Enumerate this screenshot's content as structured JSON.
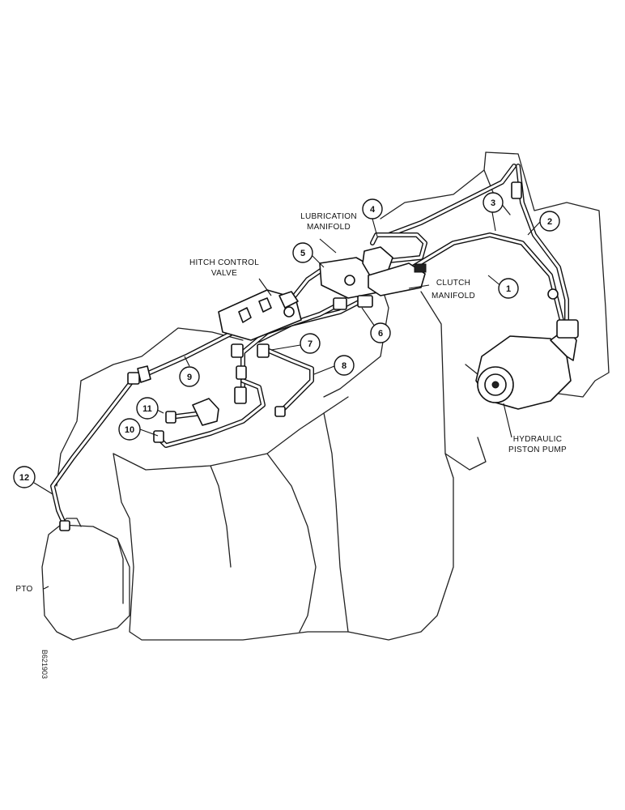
{
  "labels": {
    "lubrication_manifold_line1": "LUBRICATION",
    "lubrication_manifold_line2": "MANIFOLD",
    "hitch_control_valve_line1": "HITCH CONTROL",
    "hitch_control_valve_line2": "VALVE",
    "clutch_manifold_line1": "CLUTCH",
    "clutch_manifold_line2": "MANIFOLD",
    "hydraulic_piston_pump_line1": "HYDRAULIC",
    "hydraulic_piston_pump_line2": "PISTON PUMP",
    "pto": "PTO"
  },
  "callouts": {
    "c1": "1",
    "c2": "2",
    "c3": "3",
    "c4": "4",
    "c5": "5",
    "c6": "6",
    "c7": "7",
    "c8": "8",
    "c9": "9",
    "c10": "10",
    "c11": "11",
    "c12": "12"
  },
  "figure_number": "B621903"
}
